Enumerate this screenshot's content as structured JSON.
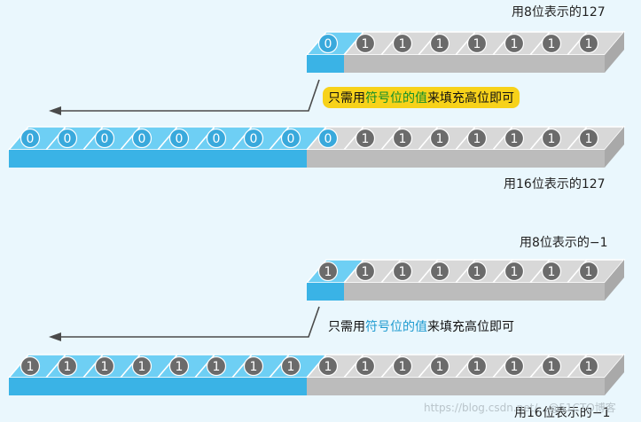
{
  "panels": [
    {
      "top_label": "用8位表示的127",
      "bottom_label": "用16位表示的127",
      "note": {
        "prefix": "只需用",
        "accent": "符号位的值",
        "suffix": "来填充高位即可"
      },
      "note_highlight": true,
      "short_bits": [
        "0",
        "1",
        "1",
        "1",
        "1",
        "1",
        "1",
        "1"
      ],
      "long_bits": [
        "0",
        "0",
        "0",
        "0",
        "0",
        "0",
        "0",
        "0",
        "0",
        "1",
        "1",
        "1",
        "1",
        "1",
        "1",
        "1"
      ]
    },
    {
      "top_label": "用8位表示的−1",
      "bottom_label": "用16位表示的−1",
      "note": {
        "prefix": "只需用",
        "accent": "符号位的值",
        "suffix": "来填充高位即可"
      },
      "note_highlight": false,
      "short_bits": [
        "1",
        "1",
        "1",
        "1",
        "1",
        "1",
        "1",
        "1"
      ],
      "long_bits": [
        "1",
        "1",
        "1",
        "1",
        "1",
        "1",
        "1",
        "1",
        "1",
        "1",
        "1",
        "1",
        "1",
        "1",
        "1",
        "1"
      ]
    }
  ],
  "watermark": "https://blog.csdn.net/…@51CTO博客",
  "colors": {
    "blue": "#6ecff4",
    "blue_dark": "#3ab3e6",
    "gray": "#d8d8d8",
    "gray_dark": "#bcbcbc",
    "ball": "#6b6b6b",
    "ball_blue": "#39a9dc",
    "arrow": "#4a4a4a"
  }
}
